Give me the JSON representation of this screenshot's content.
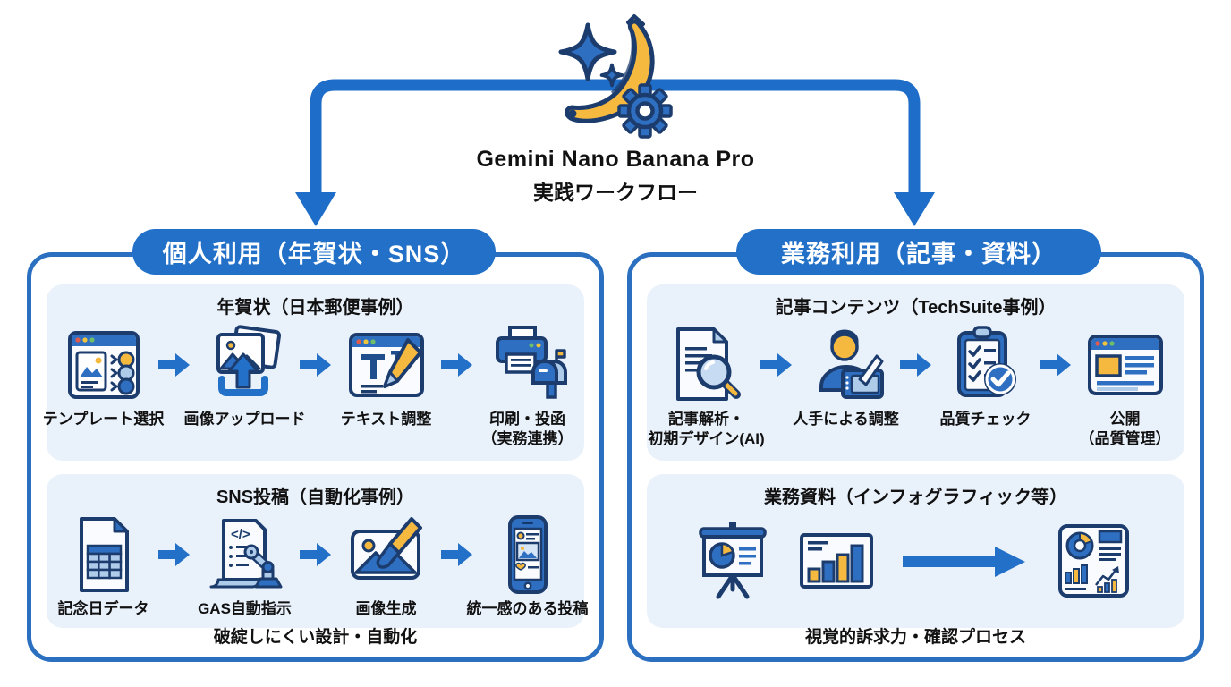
{
  "header": {
    "icon": "banana-sparkle-gear-icon",
    "title_line1": "Gemini Nano Banana Pro",
    "title_line2": "実践ワークフロー"
  },
  "colors": {
    "accent_blue": "#2270C8",
    "panel_border_blue": "#2B6FC0",
    "section_bg": "#E9F1FB",
    "icon_outline_navy": "#1C3C6E",
    "icon_fill_blue": "#2F6FC1",
    "icon_fill_light_blue": "#AECBEA",
    "icon_fill_yellow": "#F5B93F",
    "pill_text": "#FFFFFF"
  },
  "left_panel": {
    "title": "個人利用（年賀状・SNS）",
    "sections": [
      {
        "title": "年賀状（日本郵便事例）",
        "steps": [
          {
            "icon": "template-select-icon",
            "label": "テンプレート選択"
          },
          {
            "icon": "image-upload-icon",
            "label": "画像アップロード"
          },
          {
            "icon": "text-edit-icon",
            "label": "テキスト調整"
          },
          {
            "icon": "print-mail-icon",
            "label": "印刷・投函",
            "label2": "（実務連携）"
          }
        ]
      },
      {
        "title": "SNS投稿（自動化事例）",
        "steps": [
          {
            "icon": "spreadsheet-data-icon",
            "label": "記念日データ"
          },
          {
            "icon": "gas-robot-icon",
            "label": "GAS自動指示"
          },
          {
            "icon": "image-generate-icon",
            "label": "画像生成"
          },
          {
            "icon": "smartphone-post-icon",
            "label": "統一感のある投稿"
          }
        ]
      }
    ],
    "footer": "破綻しにくい設計・自動化"
  },
  "right_panel": {
    "title": "業務利用（記事・資料）",
    "sections": [
      {
        "title": "記事コンテンツ（TechSuite事例）",
        "steps": [
          {
            "icon": "article-analysis-icon",
            "label": "記事解析・",
            "label2": "初期デザイン(AI)"
          },
          {
            "icon": "human-adjust-icon",
            "label": "人手による調整"
          },
          {
            "icon": "quality-check-icon",
            "label": "品質チェック"
          },
          {
            "icon": "publish-browser-icon",
            "label": "公開",
            "label2": "（品質管理）"
          }
        ]
      },
      {
        "title": "業務資料（インフォグラフィック等）",
        "steps": [
          {
            "icon": "presentation-board-icon"
          },
          {
            "icon": "bar-chart-icon"
          },
          {
            "icon": "infographic-doc-icon"
          }
        ]
      }
    ],
    "footer": "視覚的訴求力・確認プロセス"
  }
}
